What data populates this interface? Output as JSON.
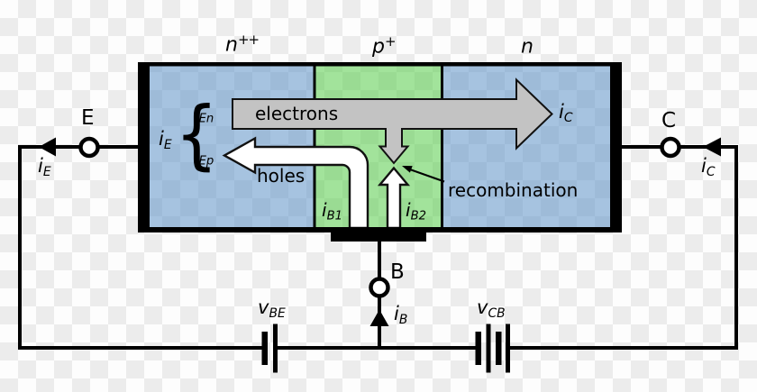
{
  "regions": {
    "emitter": {
      "doping": "n",
      "doping_sup": "++"
    },
    "base": {
      "doping": "p",
      "doping_sup": "+"
    },
    "collector": {
      "doping": "n",
      "doping_sup": ""
    }
  },
  "flows": {
    "electrons_label": "electrons",
    "holes_label": "holes",
    "recombination_label": "recombination"
  },
  "currents": {
    "iE_inner": {
      "base": "i",
      "sub": "E"
    },
    "iEn": {
      "base": "i",
      "sub": "En"
    },
    "iEp": {
      "base": "i",
      "sub": "Ep"
    },
    "iB1": {
      "base": "i",
      "sub": "B1"
    },
    "iB2": {
      "base": "i",
      "sub": "B2"
    },
    "iC_inner": {
      "base": "i",
      "sub": "C"
    },
    "iE_outer": {
      "base": "i",
      "sub": "E"
    },
    "iC_outer": {
      "base": "i",
      "sub": "C"
    },
    "iB": {
      "base": "i",
      "sub": "B"
    },
    "brace_glyph": "{"
  },
  "terminals": {
    "emitter": "E",
    "base": "B",
    "collector": "C"
  },
  "sources": {
    "vBE": {
      "base": "v",
      "sub": "BE"
    },
    "vCB": {
      "base": "v",
      "sub": "CB"
    }
  },
  "colors": {
    "checker_light": "#fdfdfd",
    "checker_dark": "#ececec",
    "emitter_fill": "rgba(79,137,195,0.5)",
    "base_fill": "rgba(71,201,57,0.5)",
    "collector_fill": "rgba(79,137,195,0.5)",
    "electron_arrow_fill": "#c3c3c3",
    "hole_arrow_fill": "#ffffff",
    "outline": "#000000"
  }
}
